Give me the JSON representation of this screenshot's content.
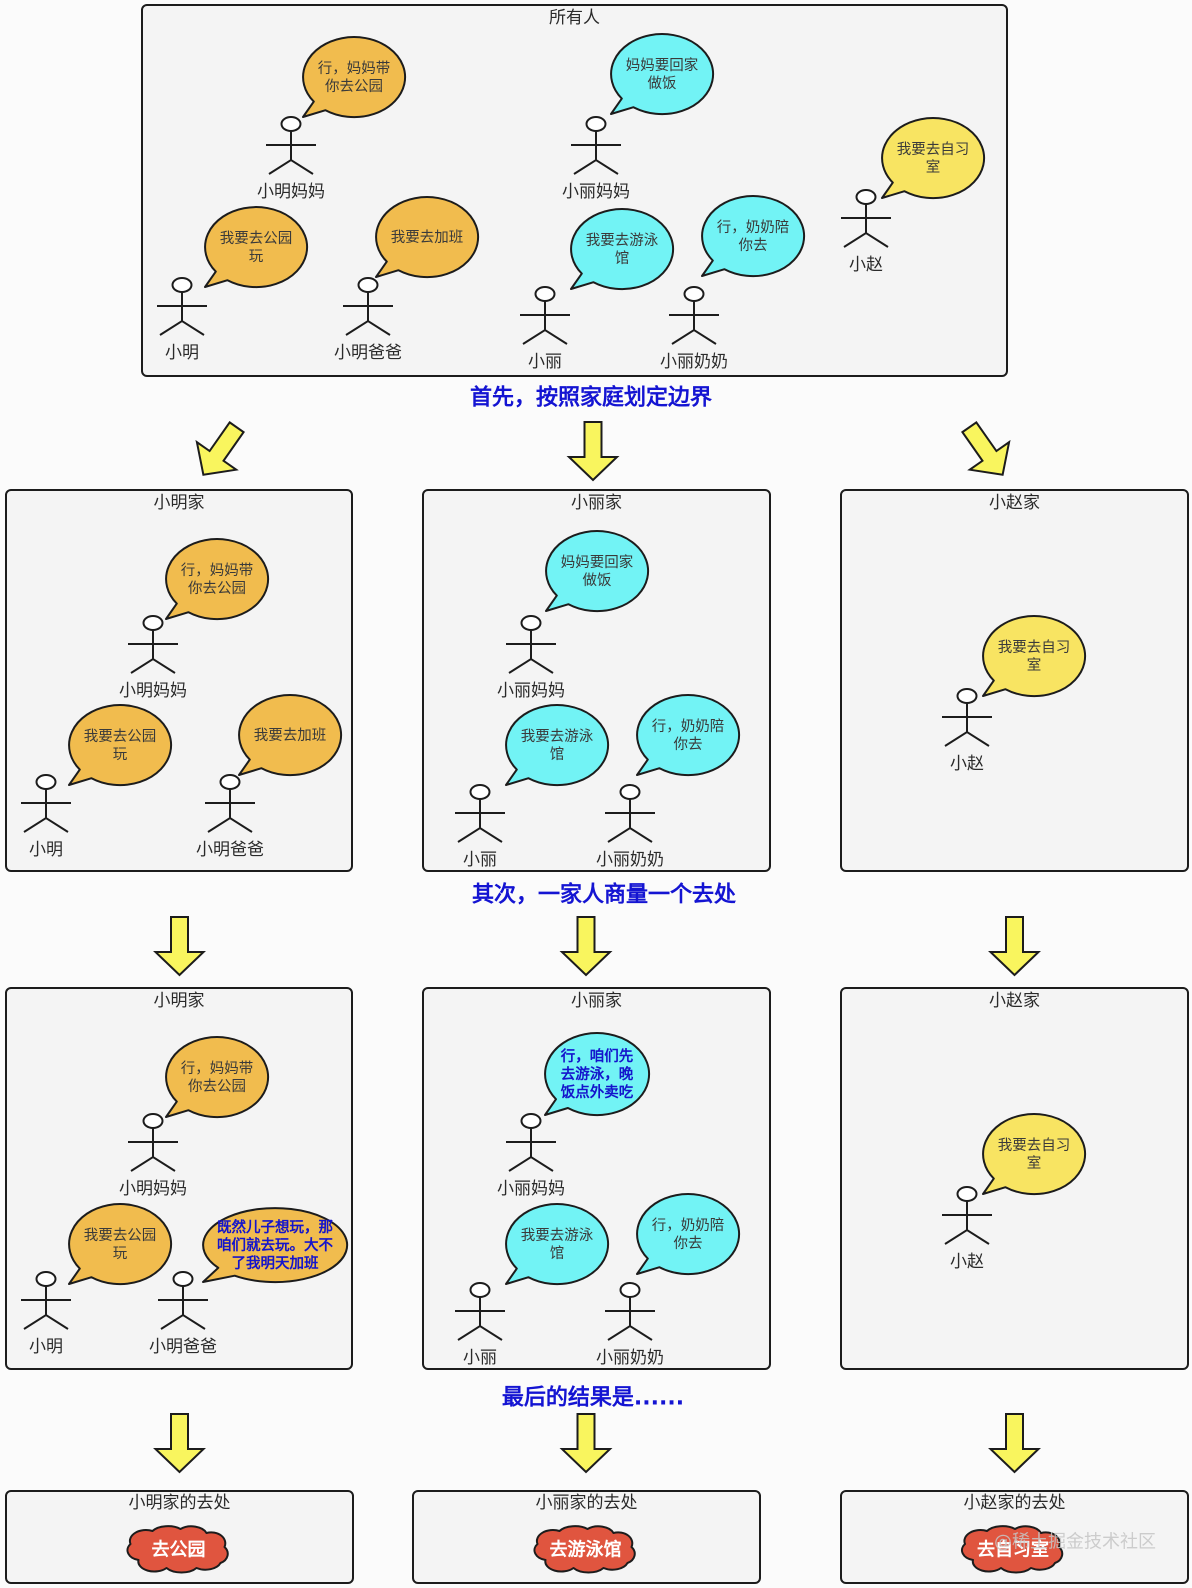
{
  "colors": {
    "bubble_orange": "#F1BC4E",
    "bubble_cyan": "#72F3F5",
    "bubble_yellow": "#F8E462",
    "speech_text": "#3a3a3a",
    "emphasis_text": "#1414CC",
    "caption_blue": "#1414D2",
    "arrow_yellow": "#F9F55E",
    "result_red": "#E0553F",
    "result_text": "#FFFFFF"
  },
  "stage1": {
    "title": "所有人",
    "figures": [
      {
        "name": "小明妈妈",
        "speech": [
          "行，妈妈带",
          "你去公园"
        ],
        "bubble": "bubble_orange"
      },
      {
        "name": "小丽妈妈",
        "speech": [
          "妈妈要回家",
          "做饭"
        ],
        "bubble": "bubble_cyan"
      },
      {
        "name": "小赵",
        "speech": [
          "我要去自习",
          "室"
        ],
        "bubble": "bubble_yellow"
      },
      {
        "name": "小明",
        "speech": [
          "我要去公园",
          "玩"
        ],
        "bubble": "bubble_orange"
      },
      {
        "name": "小明爸爸",
        "speech": [
          "我要去加班"
        ],
        "bubble": "bubble_orange"
      },
      {
        "name": "小丽",
        "speech": [
          "我要去游泳",
          "馆"
        ],
        "bubble": "bubble_cyan"
      },
      {
        "name": "小丽奶奶",
        "speech": [
          "行，奶奶陪",
          "你去"
        ],
        "bubble": "bubble_cyan"
      }
    ]
  },
  "caption1": "首先，按照家庭划定边界",
  "stage2": [
    {
      "title": "小明家",
      "figures": [
        {
          "name": "小明妈妈",
          "speech": [
            "行，妈妈带",
            "你去公园"
          ],
          "bubble": "bubble_orange"
        },
        {
          "name": "小明",
          "speech": [
            "我要去公园",
            "玩"
          ],
          "bubble": "bubble_orange"
        },
        {
          "name": "小明爸爸",
          "speech": [
            "我要去加班"
          ],
          "bubble": "bubble_orange"
        }
      ]
    },
    {
      "title": "小丽家",
      "figures": [
        {
          "name": "小丽妈妈",
          "speech": [
            "妈妈要回家",
            "做饭"
          ],
          "bubble": "bubble_cyan"
        },
        {
          "name": "小丽",
          "speech": [
            "我要去游泳",
            "馆"
          ],
          "bubble": "bubble_cyan"
        },
        {
          "name": "小丽奶奶",
          "speech": [
            "行，奶奶陪",
            "你去"
          ],
          "bubble": "bubble_cyan"
        }
      ]
    },
    {
      "title": "小赵家",
      "figures": [
        {
          "name": "小赵",
          "speech": [
            "我要去自习",
            "室"
          ],
          "bubble": "bubble_yellow"
        }
      ]
    }
  ],
  "caption2": "其次，一家人商量一个去处",
  "stage3": [
    {
      "title": "小明家",
      "figures": [
        {
          "name": "小明妈妈",
          "speech": [
            "行，妈妈带",
            "你去公园"
          ],
          "bubble": "bubble_orange"
        },
        {
          "name": "小明",
          "speech": [
            "我要去公园",
            "玩"
          ],
          "bubble": "bubble_orange"
        },
        {
          "name": "小明爸爸",
          "speech": [
            "既然儿子想玩，那",
            "咱们就去玩。大不",
            "了我明天加班"
          ],
          "bubble": "bubble_orange",
          "emphasis": true
        }
      ]
    },
    {
      "title": "小丽家",
      "figures": [
        {
          "name": "小丽妈妈",
          "speech": [
            "行，咱们先",
            "去游泳，晚",
            "饭点外卖吃"
          ],
          "bubble": "bubble_cyan",
          "emphasis": true
        },
        {
          "name": "小丽",
          "speech": [
            "我要去游泳",
            "馆"
          ],
          "bubble": "bubble_cyan"
        },
        {
          "name": "小丽奶奶",
          "speech": [
            "行，奶奶陪",
            "你去"
          ],
          "bubble": "bubble_cyan"
        }
      ]
    },
    {
      "title": "小赵家",
      "figures": [
        {
          "name": "小赵",
          "speech": [
            "我要去自习",
            "室"
          ],
          "bubble": "bubble_yellow"
        }
      ]
    }
  ],
  "caption3": "最后的结果是......",
  "results": [
    {
      "title": "小明家的去处",
      "destination": "去公园"
    },
    {
      "title": "小丽家的去处",
      "destination": "去游泳馆"
    },
    {
      "title": "小赵家的去处",
      "destination": "去自习室"
    }
  ],
  "watermark": "@稀土掘金技术社区"
}
